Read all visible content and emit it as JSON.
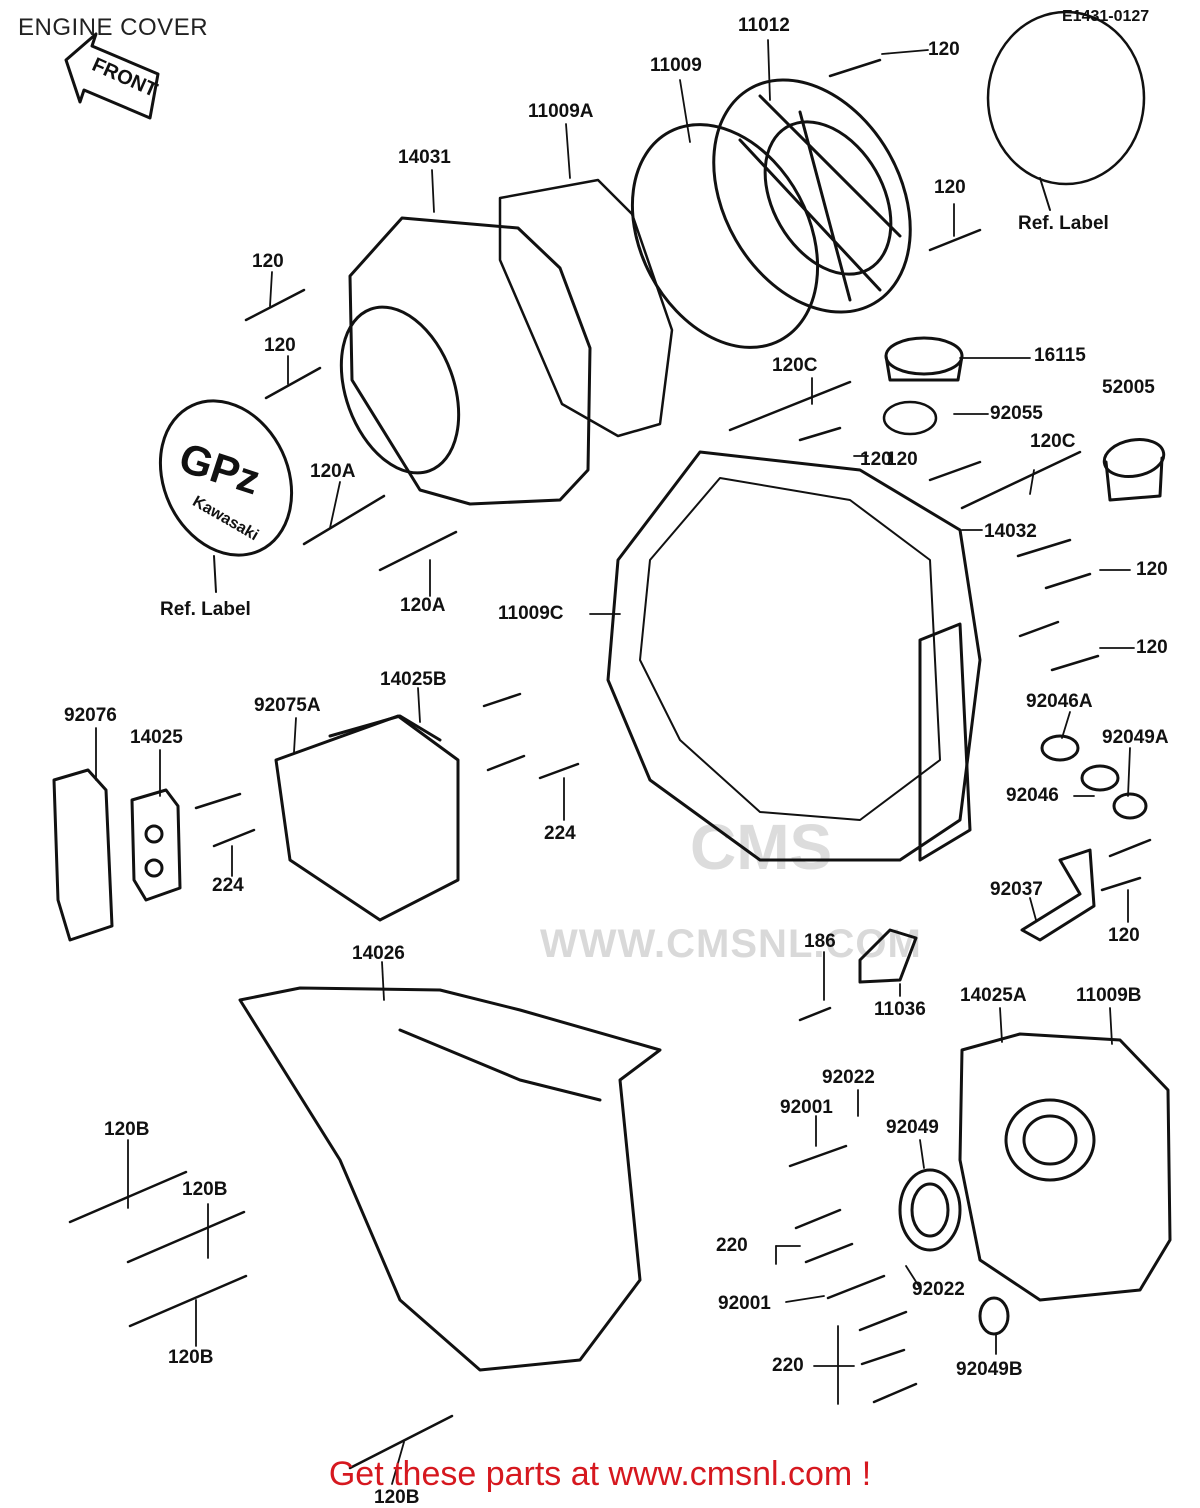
{
  "header": {
    "title": "ENGINE COVER",
    "ref_code": "E1431-0127"
  },
  "badge": {
    "front_label": "FRONT"
  },
  "cover_label": {
    "line1": "GPz",
    "line2": "Kawasaki"
  },
  "watermark": {
    "logo": "CMS",
    "url": "WWW.CMSNL.COM"
  },
  "footer": {
    "text": "Get these parts at www.cmsnl.com !"
  },
  "callouts": [
    "11012",
    "120",
    "11009",
    "11009A",
    "14031",
    "120",
    "Ref. Label",
    "120",
    "120",
    "120",
    "16115",
    "120C",
    "92055",
    "52005",
    "120",
    "120A",
    "120C",
    "Ref. Label",
    "14032",
    "120A",
    "120",
    "11009C",
    "120",
    "92075A",
    "14025B",
    "92076",
    "14025",
    "92046A",
    "92049A",
    "224",
    "92046",
    "224",
    "92037",
    "120",
    "186",
    "14026",
    "11036",
    "14025A",
    "11009B",
    "92022",
    "92001",
    "92049",
    "120B",
    "120B",
    "220",
    "92022",
    "92001",
    "120B",
    "220",
    "92049B",
    "120B"
  ]
}
